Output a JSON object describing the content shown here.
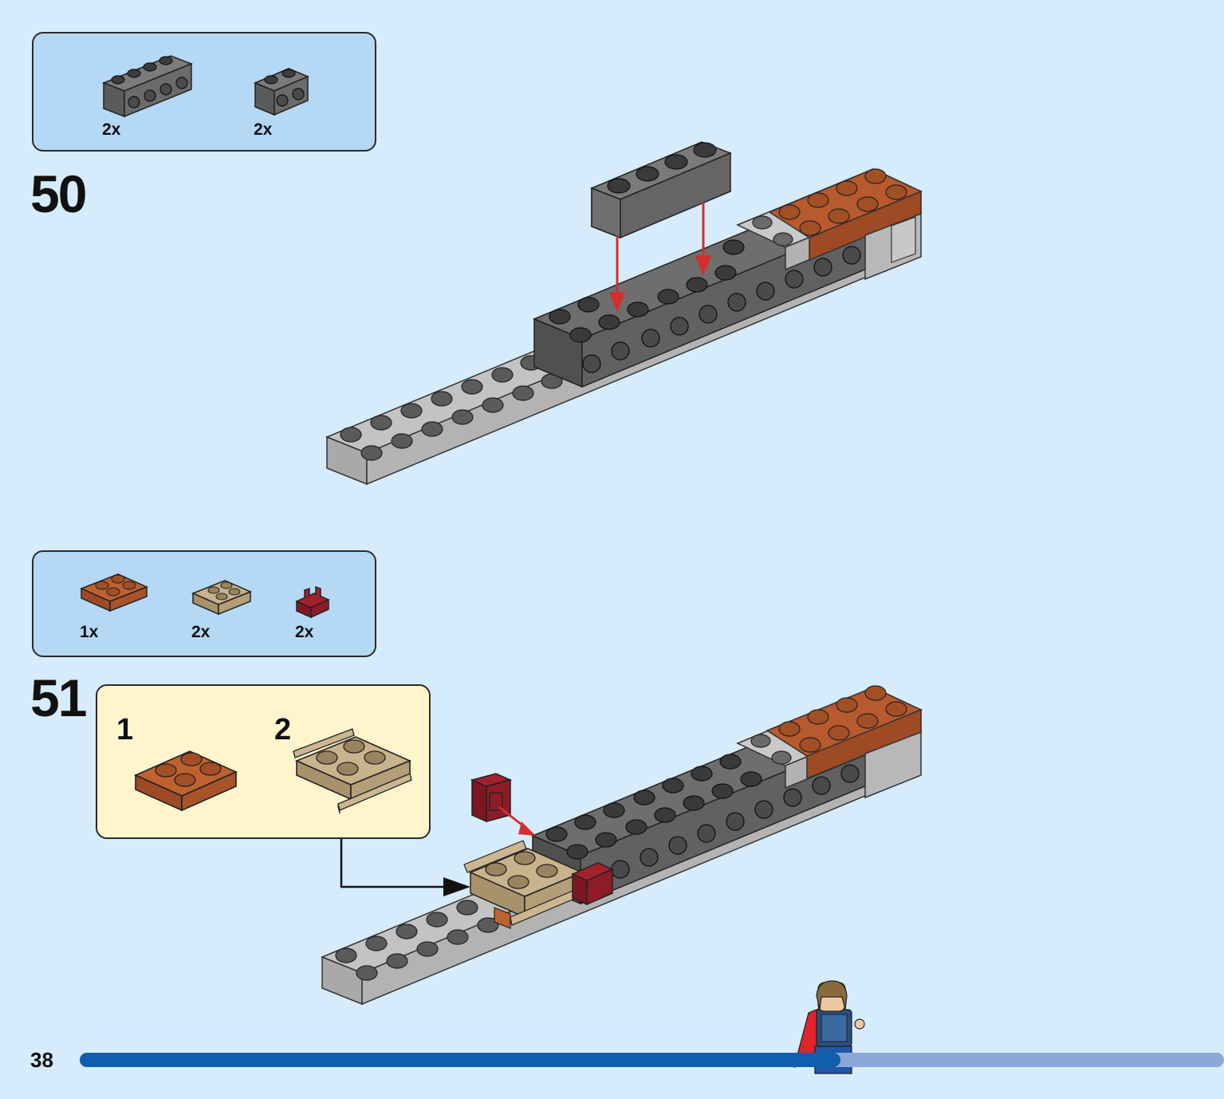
{
  "page": {
    "number": "38",
    "progress": 0.665
  },
  "steps": [
    {
      "number": "50",
      "parts": [
        {
          "name": "dark-gray-brick-1x4",
          "qty": "2x"
        },
        {
          "name": "dark-gray-brick-1x2",
          "qty": "2x"
        }
      ]
    },
    {
      "number": "51",
      "parts": [
        {
          "name": "orange-plate-2x2",
          "qty": "1x"
        },
        {
          "name": "tan-rail-plate-2x2",
          "qty": "2x"
        },
        {
          "name": "dark-red-clip",
          "qty": "2x"
        }
      ],
      "substeps": [
        {
          "number": "1"
        },
        {
          "number": "2"
        }
      ]
    }
  ],
  "colors": {
    "background": "#d6ecfc",
    "parts_box": "#b5d8f5",
    "sub_box": "#fff5cc",
    "progress_fill": "#0f5fad",
    "progress_track": "#89a8d8",
    "arrow_red": "#d32f2f"
  }
}
